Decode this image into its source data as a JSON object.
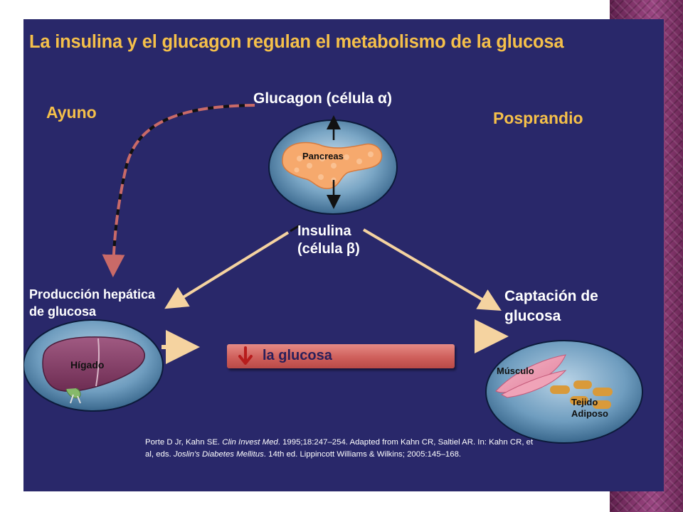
{
  "title": "La insulina y el glucagon regulan el metabolismo  de la glucosa",
  "phases": {
    "fasting": "Ayuno",
    "postprandial": "Posprandio"
  },
  "glucagon_label": "Glucagon (célula α)",
  "pancreas_label": "Pancreas",
  "insulin_label": "Insulina\n(célula β)",
  "liver_caption": "Producción hepática\nde glucosa",
  "liver_label": "Hígado",
  "uptake_caption": "Captación de\nglucosa",
  "muscle_label": "Músculo",
  "adipose_label": "Tejido\nAdiposo",
  "glucose_bar_text": "la glucosa",
  "colors": {
    "slide_background": "#29286a",
    "title_gold": "#f5c04a",
    "arrow_cream": "#f5d3a0",
    "dashed_red": "#c96a68",
    "glucose_bar": "#cf5f5b",
    "side_strip": "#7a2e63"
  },
  "icons": [
    "down-arrow-icon",
    "pancreas-icon",
    "liver-icon",
    "muscle-icon",
    "adipose-icon"
  ]
}
